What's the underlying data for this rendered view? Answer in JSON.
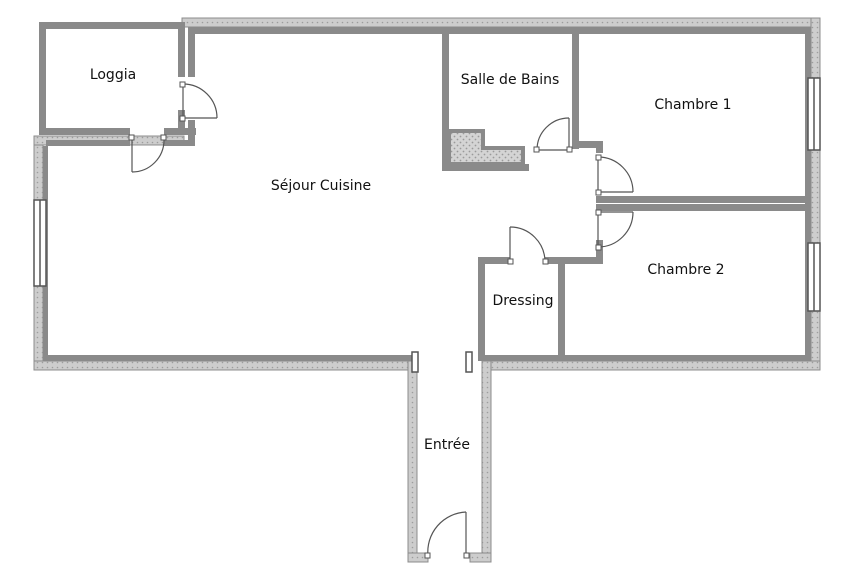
{
  "rooms": {
    "loggia": "Loggia",
    "sejour": "Séjour Cuisine",
    "sdb": "Salle de Bains",
    "chambre1": "Chambre 1",
    "chambre2": "Chambre 2",
    "dressing": "Dressing",
    "entree": "Entrée"
  },
  "colors": {
    "wall_fill": "#8a8a8a",
    "exterior_wall_fill": "#d2d2d2",
    "exterior_wall_outline": "#8c8c8c",
    "window_frame": "#666666",
    "door_line": "#555555",
    "label_text": "#111111"
  }
}
